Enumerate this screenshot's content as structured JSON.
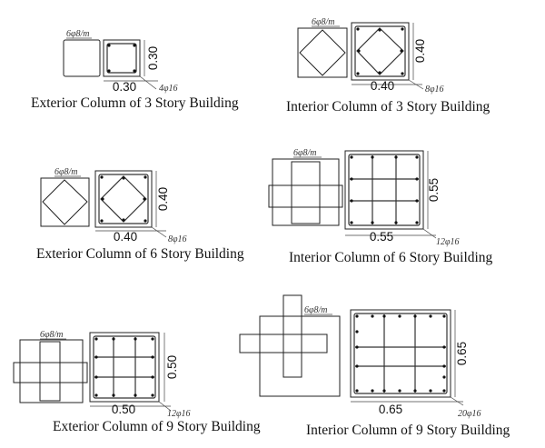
{
  "panels": [
    {
      "caption": "Exterior Column of 3 Story Building",
      "stirrup": "6φ8/m",
      "width_dim": "0.30",
      "height_dim": "0.30",
      "bars": "4φ16"
    },
    {
      "caption": "Interior  Column of 3 Story Building",
      "stirrup": "6φ8/m",
      "width_dim": "0.40",
      "height_dim": "0.40",
      "bars": "8φ16"
    },
    {
      "caption": "Exterior Column of 6 Story Building",
      "stirrup": "6φ8/m",
      "width_dim": "0.40",
      "height_dim": "0.40",
      "bars": "8φ16"
    },
    {
      "caption": "Interior  Column of 6 Story Building",
      "stirrup": "6φ8/m",
      "width_dim": "0.55",
      "height_dim": "0.55",
      "bars": "12φ16"
    },
    {
      "caption": "Exterior Column of 9 Story Building",
      "stirrup": "6φ8/m",
      "width_dim": "0.50",
      "height_dim": "0.50",
      "bars": "12φ16"
    },
    {
      "caption": "Interior  Column of 9 Story Building",
      "stirrup": "6φ8/m",
      "width_dim": "0.65",
      "height_dim": "0.65",
      "bars": "20φ16"
    }
  ]
}
